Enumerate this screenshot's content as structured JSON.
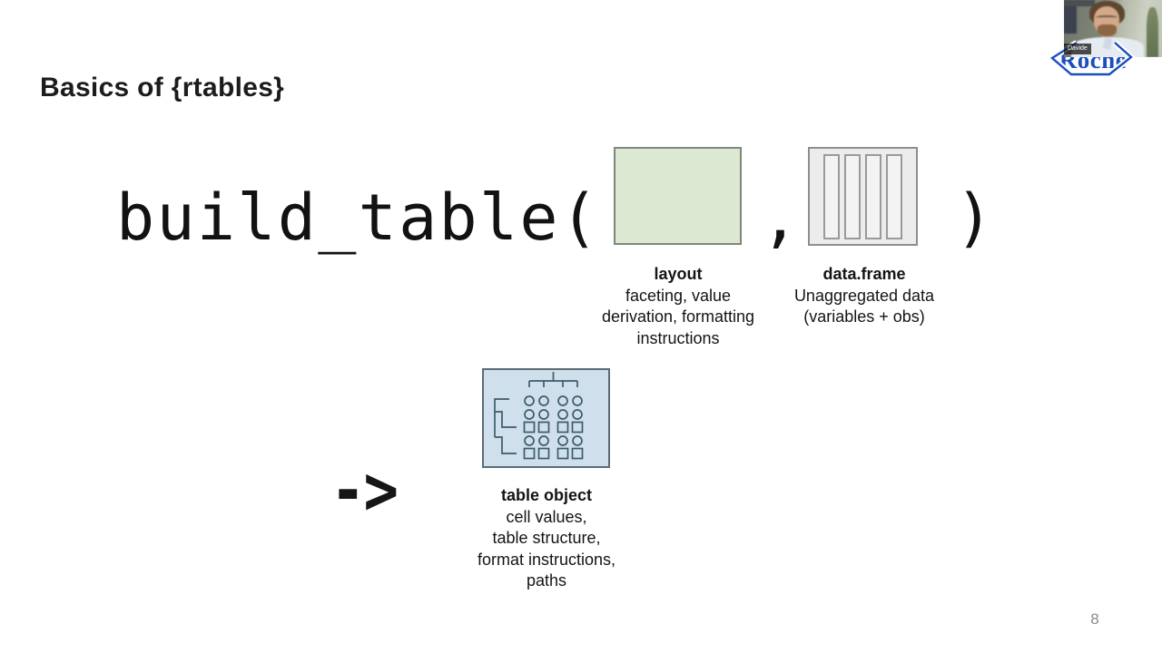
{
  "slide": {
    "title": "Basics of {rtables}",
    "page_number": "8",
    "code": {
      "call": "build_table(",
      "comma": ",",
      "close_paren": ")",
      "arrow": "->"
    },
    "captions": {
      "layout": {
        "title": "layout",
        "lines": [
          "faceting, value",
          "derivation, formatting",
          "instructions"
        ]
      },
      "dataframe": {
        "title": "data.frame",
        "lines": [
          "Unaggregated data",
          "(variables + obs)"
        ]
      },
      "table_object": {
        "title": "table object",
        "lines": [
          "cell values,",
          "table structure,",
          "format instructions,",
          "paths"
        ]
      }
    },
    "icons": {
      "layout_box": "layout-placeholder-icon",
      "dataframe_box": "dataframe-columns-icon",
      "table_object_box": "table-object-icon",
      "arrow": "arrow-right-icon"
    },
    "colors": {
      "layout_box_fill": "#dde8d3",
      "layout_box_border": "#7f867b",
      "dataframe_box_fill": "#ececec",
      "dataframe_box_border": "#8e8e8e",
      "table_object_fill": "#cfe0ec",
      "table_object_border": "#5c6c75",
      "table_object_lines": "#3e5a6a",
      "text_color": "#141414",
      "page_number_color": "#8a8a8a"
    }
  },
  "webcam": {
    "name_label": "Davide"
  },
  "logo": {
    "text": "Roche",
    "color": "#1b4fbe"
  }
}
